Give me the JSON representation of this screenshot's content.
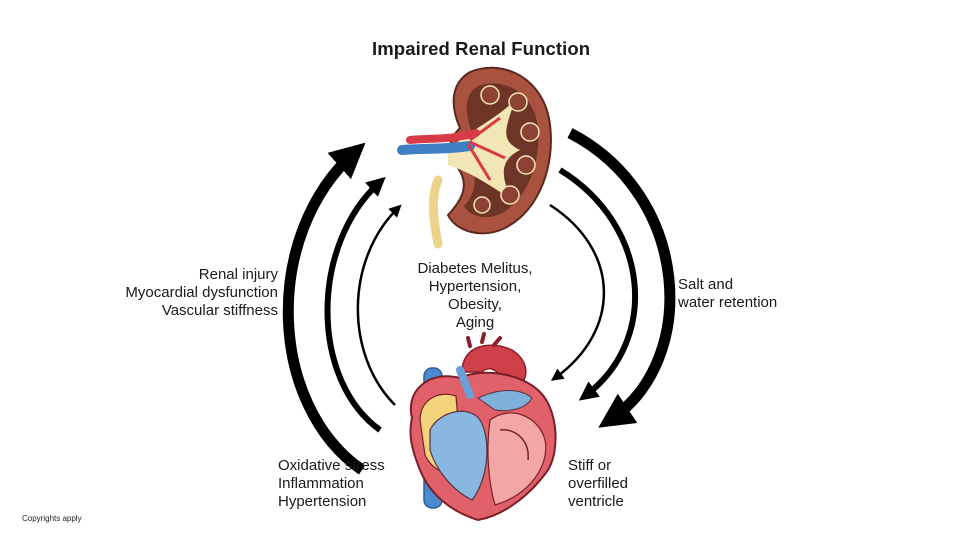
{
  "diagram": {
    "title": "Impaired Renal Function",
    "left_label": "Renal injury\nMyocardial dysfunction\nVascular stiffness",
    "center_label": "Diabetes Melitus,\nHypertension,\nObesity,\nAging",
    "right_label": "Salt and\nwater retention",
    "bottom_left_label": "Oxidative stress\nInflammation\nHypertension",
    "bottom_right_label": "Stiff or\noverfilled\nventricle"
  },
  "footer": {
    "copyright": "Copyrights apply"
  },
  "colors": {
    "arrow": "#000000",
    "kidney_cortex": "#a9523f",
    "kidney_medulla": "#6e3426",
    "kidney_pelvis": "#f2e6b4",
    "artery": "#d93b46",
    "vein": "#3f7fc4",
    "ureter": "#ecd48c",
    "heart_muscle": "#e0616a",
    "heart_light": "#f2a6a6",
    "heart_blue": "#88b8e0",
    "aorta": "#d0404a"
  },
  "icons": [
    "kidney-illustration",
    "heart-illustration"
  ]
}
